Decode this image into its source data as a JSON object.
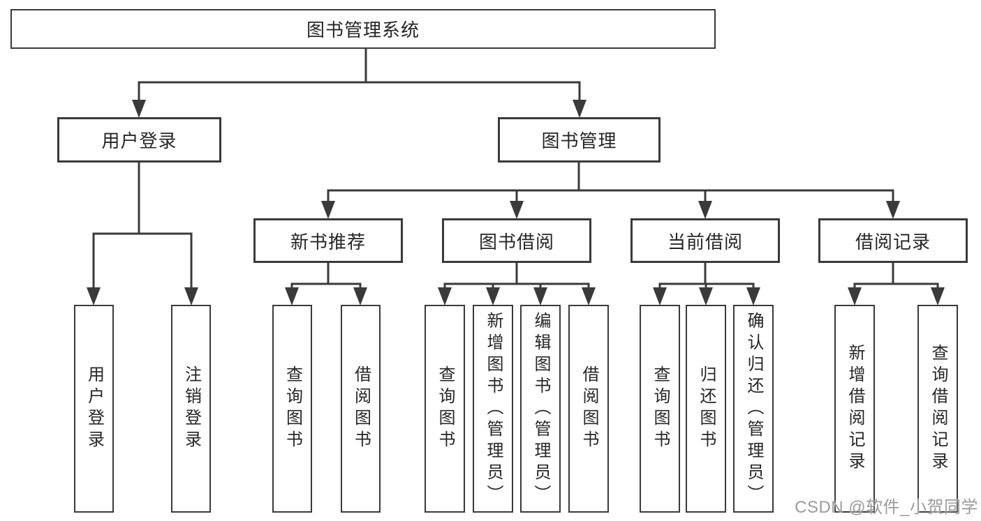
{
  "diagram": {
    "title": "图书管理系统",
    "type": "hierarchy-tree"
  },
  "colors": {
    "line": "#3a3a3a",
    "box_border": "#3a3a3a",
    "text": "#262626",
    "watermark": "#9b9b9b",
    "background": "#ffffff"
  },
  "tree": {
    "label": "图书管理系统",
    "children": [
      {
        "label": "用户登录",
        "children": [
          {
            "label": "用户登录"
          },
          {
            "label": "注销登录"
          }
        ]
      },
      {
        "label": "图书管理",
        "children": [
          {
            "label": "新书推荐",
            "children": [
              {
                "label": "查询图书"
              },
              {
                "label": "借阅图书"
              }
            ]
          },
          {
            "label": "图书借阅",
            "children": [
              {
                "label": "查询图书"
              },
              {
                "label": "新增图书（管理员）"
              },
              {
                "label": "编辑图书（管理员）"
              },
              {
                "label": "借阅图书"
              }
            ]
          },
          {
            "label": "当前借阅",
            "children": [
              {
                "label": "查询图书"
              },
              {
                "label": "归还图书"
              },
              {
                "label": "确认归还（管理员）"
              }
            ]
          },
          {
            "label": "借阅记录",
            "children": [
              {
                "label": "新增借阅记录"
              },
              {
                "label": "查询借阅记录"
              }
            ]
          }
        ]
      }
    ]
  },
  "watermark": "CSDN @软件_小贺同学"
}
